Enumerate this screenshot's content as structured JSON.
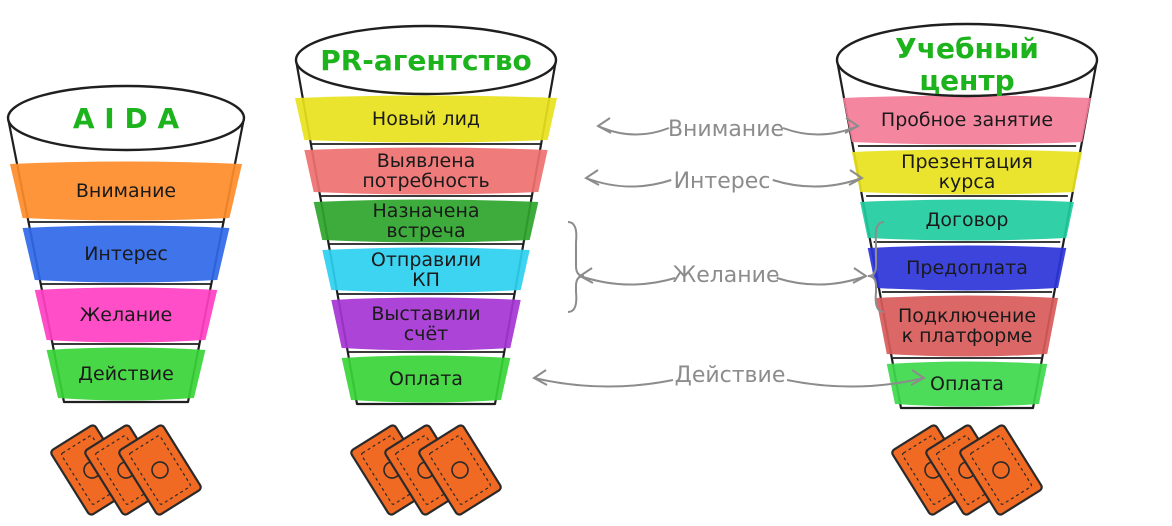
{
  "colors": {
    "outline": "#1f1f1f",
    "title": "#1db31d",
    "connector": "#8c8c8c",
    "money_fill": "#f06a23",
    "money_stroke": "#2a2a2a",
    "stage": {
      "orange": "#ff8c2a",
      "blue": "#2f68e8",
      "magenta": "#ff3fc2",
      "green": "#38d436",
      "yellow": "#e8e21c",
      "salmon": "#ee7070",
      "darkgreen": "#2ea52b",
      "cyan": "#2cd0f0",
      "purple": "#a534d4",
      "pink": "#f37c98",
      "teal": "#21cc9e",
      "navy": "#2c34d8",
      "brick": "#d85a5a",
      "lightgreen": "#3ed84c"
    }
  },
  "funnels": [
    {
      "id": "aida",
      "title": [
        "A I D A"
      ],
      "stages": [
        {
          "label": [
            "Внимание"
          ],
          "color": "orange"
        },
        {
          "label": [
            "Интерес"
          ],
          "color": "blue"
        },
        {
          "label": [
            "Желание"
          ],
          "color": "magenta"
        },
        {
          "label": [
            "Действие"
          ],
          "color": "green"
        }
      ],
      "icon": "money-bills-icon"
    },
    {
      "id": "pr",
      "title": [
        "PR-агентство"
      ],
      "stages": [
        {
          "label": [
            "Новый лид"
          ],
          "color": "yellow"
        },
        {
          "label": [
            "Выявлена",
            "потребность"
          ],
          "color": "salmon"
        },
        {
          "label": [
            "Назначена",
            "встреча"
          ],
          "color": "darkgreen"
        },
        {
          "label": [
            "Отправили",
            "КП"
          ],
          "color": "cyan"
        },
        {
          "label": [
            "Выставили",
            "счёт"
          ],
          "color": "purple"
        },
        {
          "label": [
            "Оплата"
          ],
          "color": "green"
        }
      ],
      "icon": "money-bills-icon"
    },
    {
      "id": "edu",
      "title": [
        "Учебный",
        "центр"
      ],
      "stages": [
        {
          "label": [
            "Пробное занятие"
          ],
          "color": "pink"
        },
        {
          "label": [
            "Презентация",
            "курса"
          ],
          "color": "yellow"
        },
        {
          "label": [
            "Договор"
          ],
          "color": "teal"
        },
        {
          "label": [
            "Предоплата"
          ],
          "color": "navy"
        },
        {
          "label": [
            "Подключение",
            "к платформе"
          ],
          "color": "brick"
        },
        {
          "label": [
            "Оплата"
          ],
          "color": "lightgreen"
        }
      ],
      "icon": "money-bills-icon"
    }
  ],
  "connectors": [
    {
      "label": "Внимание",
      "icon": "double-arrow-icon"
    },
    {
      "label": "Интерес",
      "icon": "double-arrow-icon"
    },
    {
      "label": "Желание",
      "icon": "curly-brace-arrow-icon"
    },
    {
      "label": "Действие",
      "icon": "double-arrow-icon"
    }
  ]
}
